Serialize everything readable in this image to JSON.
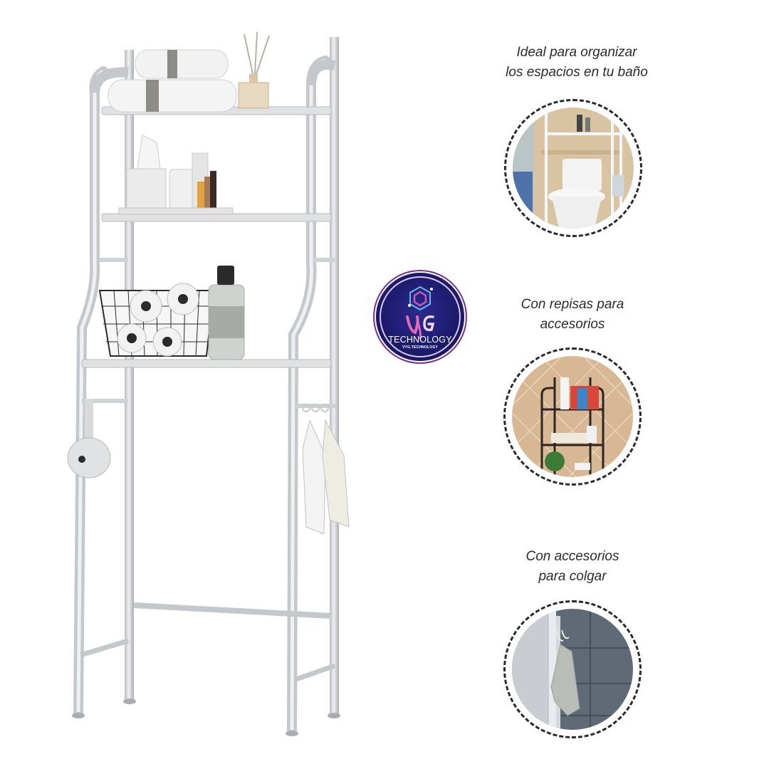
{
  "product": {
    "name": "over-toilet-storage-rack",
    "shelf_count": 3,
    "frame_color": "#d9dbdd"
  },
  "brand_logo": {
    "monogram": "VG",
    "title": "TECHNOLOGY",
    "handle": "VYG.TECHNOLOGY",
    "colors": {
      "background": "#1d1b6e",
      "ring": "#7a2c8f",
      "monogram": "#e06bb8",
      "hex_icon": "#6fb7e8"
    }
  },
  "features": [
    {
      "caption_line1": "Ideal para organizar",
      "caption_line2": "los espacios en tu baño",
      "photo": "toilet-with-rack"
    },
    {
      "caption_line1": "Con repisas para",
      "caption_line2": "accesorios",
      "photo": "shelves-with-accessories"
    },
    {
      "caption_line1": "Con accesorios",
      "caption_line2": "para colgar",
      "photo": "hanging-towel-hook"
    }
  ]
}
